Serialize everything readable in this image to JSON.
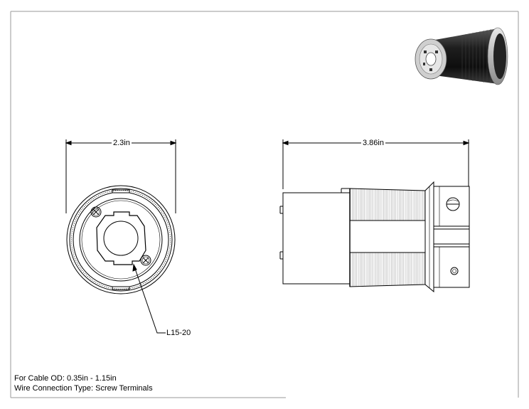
{
  "dimensions": {
    "front_width": "2.3in",
    "side_length": "3.86in"
  },
  "callout": {
    "label": "L15-20"
  },
  "notes": [
    "For Cable OD: 0.35in - 1.15in",
    "Wire Connection Type: Screw Terminals"
  ],
  "colors": {
    "line": "#000000",
    "frame": "#9a9a9a",
    "body_dark": "#2a2a2a",
    "body_mid": "#6a6a6a",
    "face": "#d8d8d8"
  },
  "icons": {
    "thumbnail": "connector-render-icon"
  }
}
